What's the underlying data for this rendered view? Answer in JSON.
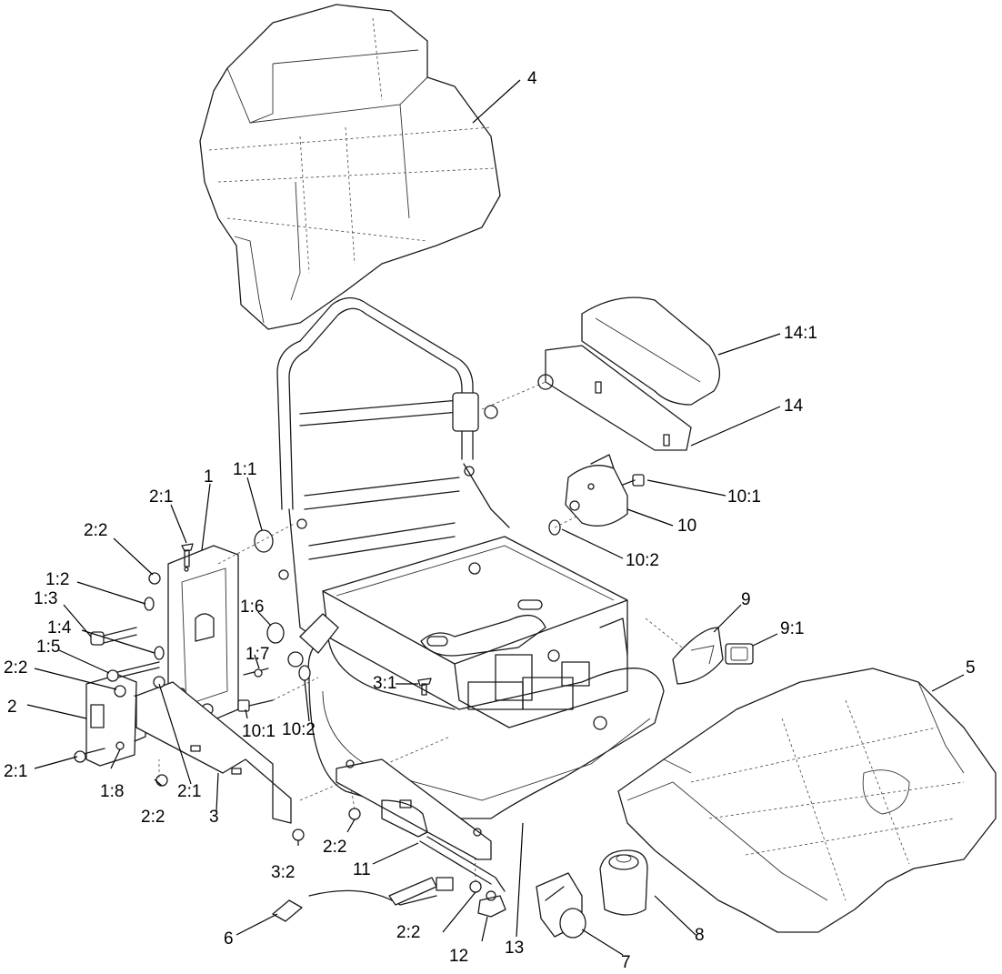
{
  "callouts": [
    {
      "id": "c4",
      "text": "4"
    },
    {
      "id": "c14_1",
      "text": "14:1"
    },
    {
      "id": "c14",
      "text": "14"
    },
    {
      "id": "c10_1a",
      "text": "10:1"
    },
    {
      "id": "c10a",
      "text": "10"
    },
    {
      "id": "c10_2a",
      "text": "10:2"
    },
    {
      "id": "c9",
      "text": "9"
    },
    {
      "id": "c9_1",
      "text": "9:1"
    },
    {
      "id": "c5",
      "text": "5"
    },
    {
      "id": "c1_1",
      "text": "1:1"
    },
    {
      "id": "c1",
      "text": "1"
    },
    {
      "id": "c2_1a",
      "text": "2:1"
    },
    {
      "id": "c2_2a",
      "text": "2:2"
    },
    {
      "id": "c1_2",
      "text": "1:2"
    },
    {
      "id": "c1_3",
      "text": "1:3"
    },
    {
      "id": "c1_4",
      "text": "1:4"
    },
    {
      "id": "c1_5",
      "text": "1:5"
    },
    {
      "id": "c2_2b",
      "text": "2:2"
    },
    {
      "id": "c1_6",
      "text": "1:6"
    },
    {
      "id": "c1_7",
      "text": "1:7"
    },
    {
      "id": "c2",
      "text": "2"
    },
    {
      "id": "c2_1b",
      "text": "2:1"
    },
    {
      "id": "c10_1b",
      "text": "10:1"
    },
    {
      "id": "c10_2b",
      "text": "10:2"
    },
    {
      "id": "c3_1",
      "text": "3:1"
    },
    {
      "id": "c1_8",
      "text": "1:8"
    },
    {
      "id": "c2_2c",
      "text": "2:2"
    },
    {
      "id": "c2_1c",
      "text": "2:1"
    },
    {
      "id": "c3",
      "text": "3"
    },
    {
      "id": "c2_2d",
      "text": "2:2"
    },
    {
      "id": "c3_2",
      "text": "3:2"
    },
    {
      "id": "c11",
      "text": "11"
    },
    {
      "id": "c2_2e",
      "text": "2:2"
    },
    {
      "id": "c6",
      "text": "6"
    },
    {
      "id": "c12",
      "text": "12"
    },
    {
      "id": "c13",
      "text": "13"
    },
    {
      "id": "c7",
      "text": "7"
    },
    {
      "id": "c8",
      "text": "8"
    }
  ]
}
